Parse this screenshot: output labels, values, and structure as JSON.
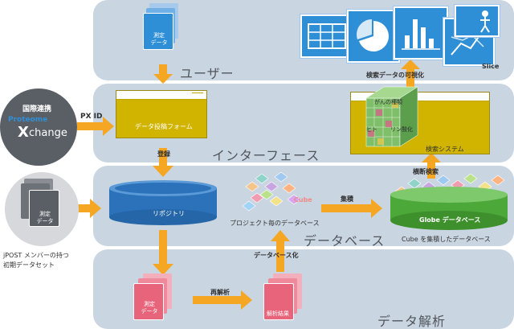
{
  "layers": {
    "user": "ユーザー",
    "interface": "インターフェース",
    "database": "データベース",
    "analysis": "データ解析"
  },
  "intl": {
    "title": "国際連携",
    "logo_top": "Proteome",
    "logo_bottom": "change",
    "logo_x": "X",
    "pxid": "PX ID"
  },
  "user_docs": "測定\nデータ",
  "form_label": "データ投稿フォーム",
  "register": "登録",
  "repository": "リポジトリ",
  "jpost_docs": "測定\nデータ",
  "jpost_caption_1": "jPOST メンバーの持つ",
  "jpost_caption_2": "初期データセット",
  "cube_label": "Cube",
  "project_db": "プロジェクト毎のデータベース",
  "aggregate": "集積",
  "globe_label": "Globe データベース",
  "globe_caption": "Cube を集積したデータベース",
  "cross_search": "横断検索",
  "search_system": "検索システム",
  "cube_words": {
    "cancer": "がんの種類",
    "human": "ヒト",
    "phos": "リン酸化"
  },
  "visualize": "検索データの可視化",
  "slice": "Slice",
  "to_db": "データベース化",
  "reanalysis": "再解析",
  "measured_docs": "測定\nデータ",
  "result_docs": "解析結果",
  "colors": {
    "band": "#c9d5e1",
    "arrow": "#f5a623",
    "panel": "#d1b400",
    "repo": "#2b72bb",
    "pink": "#e8647a",
    "doc_blue": "#2f8fd6",
    "gray_doc": "#5a5f66",
    "globe": "#4da83a"
  }
}
